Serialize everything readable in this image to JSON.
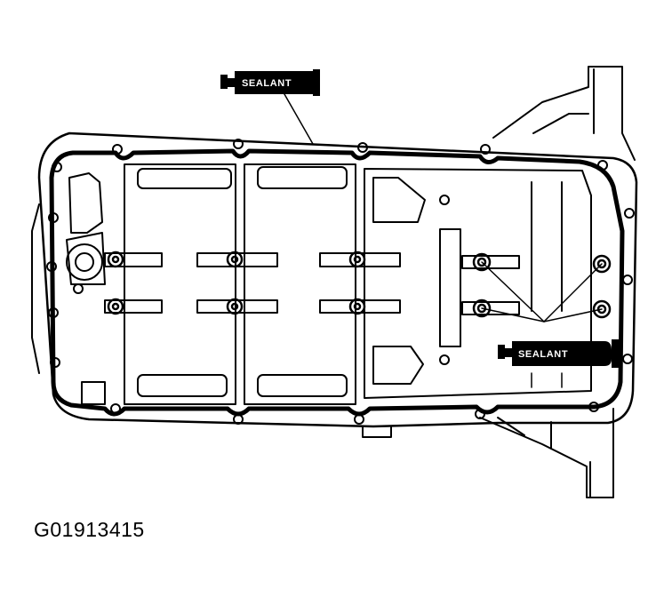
{
  "diagram": {
    "callouts": [
      {
        "text": "SEALANT"
      },
      {
        "text": "SEALANT"
      }
    ],
    "figure_id": "G01913415"
  }
}
